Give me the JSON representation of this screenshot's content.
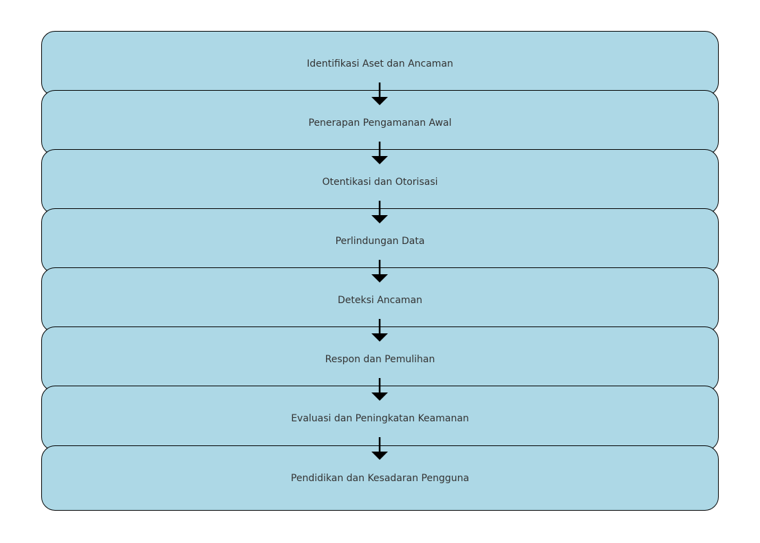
{
  "diagram": {
    "type": "vertical-flowchart",
    "box_fill": "#add8e6",
    "box_stroke": "#000000",
    "text_color": "#333333",
    "arrow_color": "#000000",
    "steps": [
      {
        "label": "Identifikasi Aset dan Ancaman"
      },
      {
        "label": "Penerapan Pengamanan Awal"
      },
      {
        "label": "Otentikasi dan Otorisasi"
      },
      {
        "label": "Perlindungan Data"
      },
      {
        "label": "Deteksi Ancaman"
      },
      {
        "label": "Respon dan Pemulihan"
      },
      {
        "label": "Evaluasi dan Peningkatan Keamanan"
      },
      {
        "label": "Pendidikan dan Kesadaran Pengguna"
      }
    ]
  }
}
